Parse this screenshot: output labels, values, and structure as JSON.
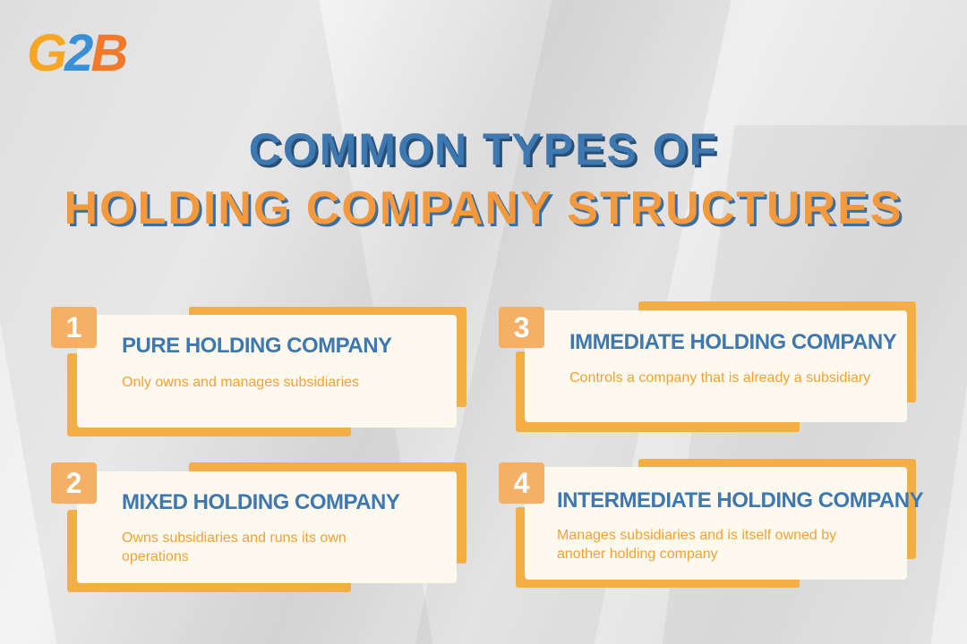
{
  "logo": {
    "text_g": "G",
    "text_2": "2",
    "text_b": "B"
  },
  "title": {
    "line1": "COMMON TYPES OF",
    "line2": "HOLDING COMPANY STRUCTURES"
  },
  "cards": [
    {
      "number": "1",
      "title": "PURE HOLDING COMPANY",
      "description": "Only owns and manages subsidiaries"
    },
    {
      "number": "2",
      "title": "MIXED HOLDING COMPANY",
      "description": "Owns subsidiaries and runs its own operations"
    },
    {
      "number": "3",
      "title": "IMMEDIATE HOLDING COMPANY",
      "description": "Controls a company that is already a subsidiary"
    },
    {
      "number": "4",
      "title": "INTERMEDIATE HOLDING COMPANY",
      "description": "Manages subsidiaries and is itself owned by another holding company"
    }
  ]
}
